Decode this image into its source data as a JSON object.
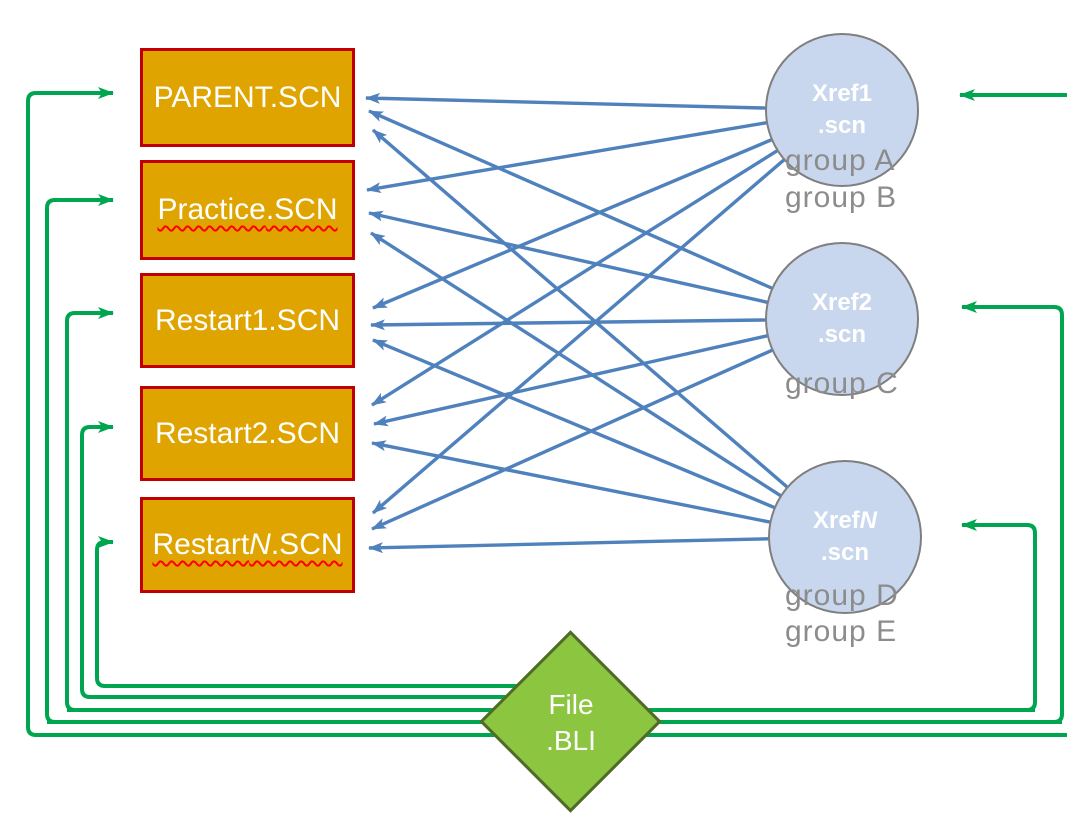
{
  "colors": {
    "box-fill": "#DFA400",
    "box-border": "#C00000",
    "box-text": "#FFFFFF",
    "circle-fill": "#C9D7EE",
    "circle-border": "#7F7F7F",
    "arrow-blue": "#4F81BD",
    "arrow-green": "#00A550",
    "diamond-fill": "#8CC540",
    "diamond-border": "#4F6B28",
    "group-text": "#8C8C8C",
    "squiggle-red": "#FF0000"
  },
  "diagram": {
    "scn_files": [
      {
        "prefix": "PARENT",
        "variable": "",
        "suffix": ".SCN"
      },
      {
        "prefix": "Practice",
        "variable": "",
        "suffix": ".SCN"
      },
      {
        "prefix": "Restart1",
        "variable": "",
        "suffix": ".SCN"
      },
      {
        "prefix": "Restart2",
        "variable": "",
        "suffix": ".SCN"
      },
      {
        "prefix": "Restart",
        "variable": "N",
        "suffix": ".SCN"
      }
    ],
    "xref_files": [
      {
        "name": "Xref1",
        "variable": "",
        "ext": ".scn",
        "groups": [
          "group A",
          "group B"
        ]
      },
      {
        "name": "Xref2",
        "variable": "",
        "ext": ".scn",
        "groups": [
          "group C"
        ]
      },
      {
        "name": "Xref",
        "variable": "N",
        "ext": ".scn",
        "groups": [
          "group D",
          "group E"
        ]
      }
    ],
    "bli_file": {
      "name": "File",
      "ext": ".BLI"
    }
  }
}
